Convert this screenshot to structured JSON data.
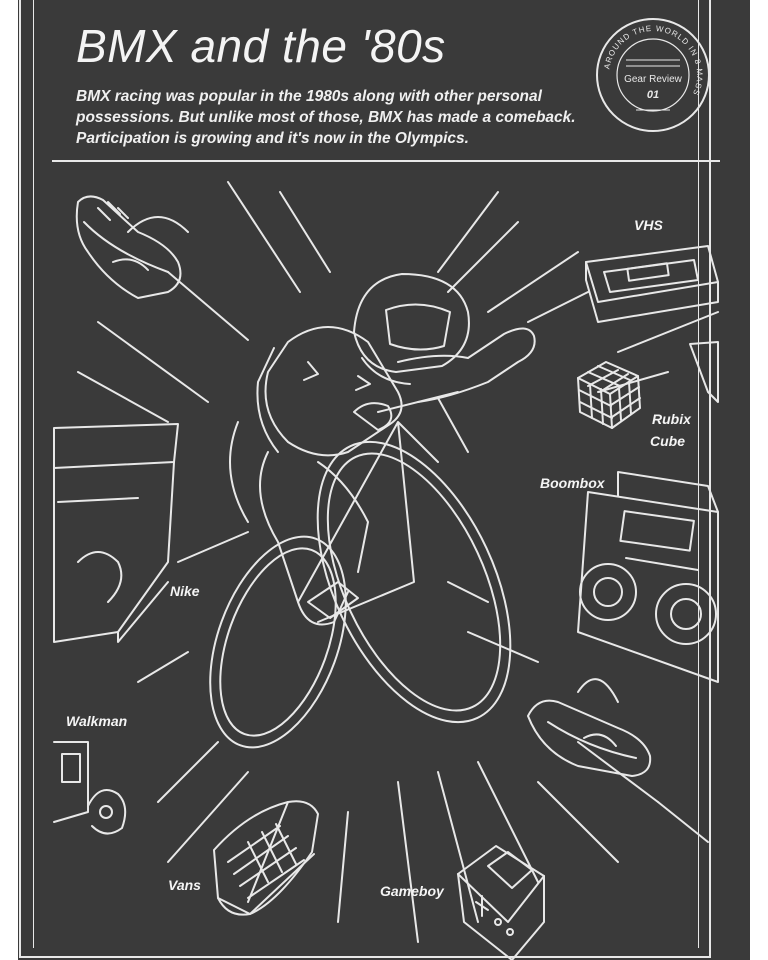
{
  "title": "BMX and the '80s",
  "subtitle": "BMX racing was popular in the 1980s along with other personal possessions. But unlike most of those, BMX has made a comeback. Participation is growing and it's now in the Olympics.",
  "badge": {
    "ring_text": "AROUND THE WORLD IN 8 MASS",
    "line1": "Gear Review",
    "line2": "01"
  },
  "labels": {
    "vhs": "VHS",
    "rubix_line1": "Rubix",
    "rubix_line2": "Cube",
    "boombox": "Boombox",
    "nike": "Nike",
    "walkman": "Walkman",
    "vans": "Vans",
    "gameboy": "Gameboy"
  },
  "colors": {
    "background": "#3a3a3a",
    "line": "#e8e8e8"
  }
}
